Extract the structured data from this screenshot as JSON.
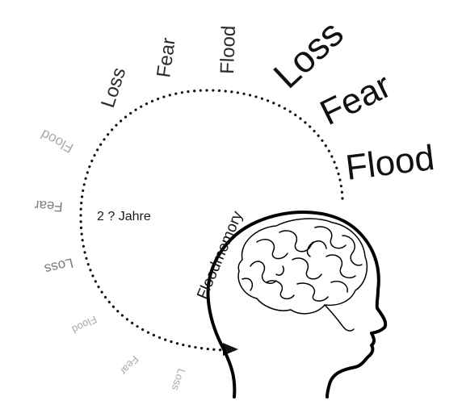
{
  "diagram": {
    "cycle_label": "2 ? Jahre",
    "memory_label": "Floodmemory",
    "big_words": [
      "Loss",
      "Fear",
      "Flood"
    ],
    "top_words": [
      "Loss",
      "Fear",
      "Flood"
    ],
    "left_words": [
      "Flood",
      "Fear",
      "Loss"
    ],
    "bottom_words": [
      "Flood",
      "Fear",
      "Loss"
    ]
  },
  "colors": {
    "ink": "#111111",
    "strong_text": "#1a1a1a",
    "medium_text": "#2b2b2b",
    "faded_text": "#7a7a7a",
    "very_faded_text": "#a9a9a9"
  },
  "icons": {
    "head": "head-silhouette-icon",
    "brain": "brain-icon",
    "arrow": "arrowhead-icon"
  }
}
